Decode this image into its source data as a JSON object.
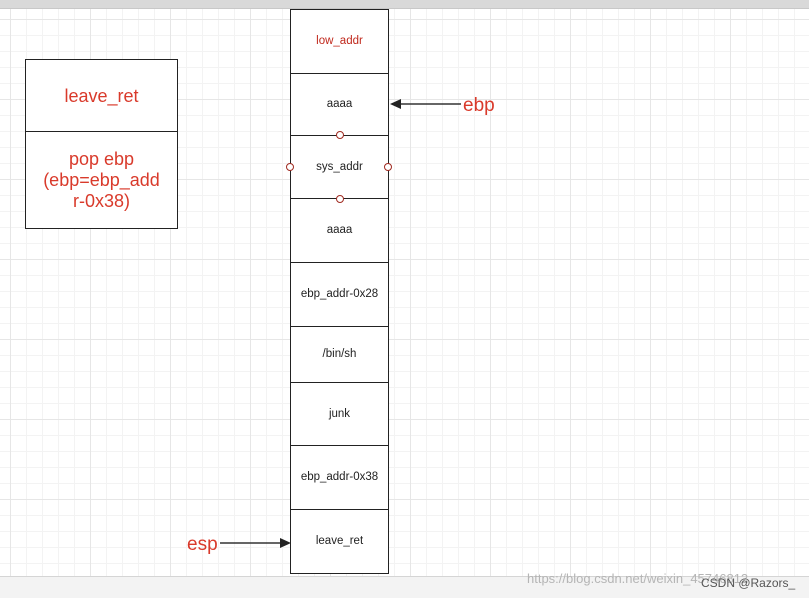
{
  "note": {
    "title": "leave_ret",
    "body_lines": [
      "pop ebp",
      "(ebp=ebp_add",
      "r-0x38)"
    ]
  },
  "stack": {
    "cells": [
      "low_addr",
      "aaaa",
      "sys_addr",
      "aaaa",
      "ebp_addr-0x28",
      "/bin/sh",
      "junk",
      "ebp_addr-0x38",
      "leave_ret"
    ]
  },
  "pointers": {
    "ebp": "ebp",
    "esp": "esp"
  },
  "watermark": {
    "url": "https://blog.csdn.net/weixin_45746812",
    "credit": "CSDN @Razors_"
  },
  "colors": {
    "accent_red": "#d93a2b",
    "cell_red_text": "#c0281c",
    "border": "#222222",
    "grid": "#e6e6e6"
  }
}
